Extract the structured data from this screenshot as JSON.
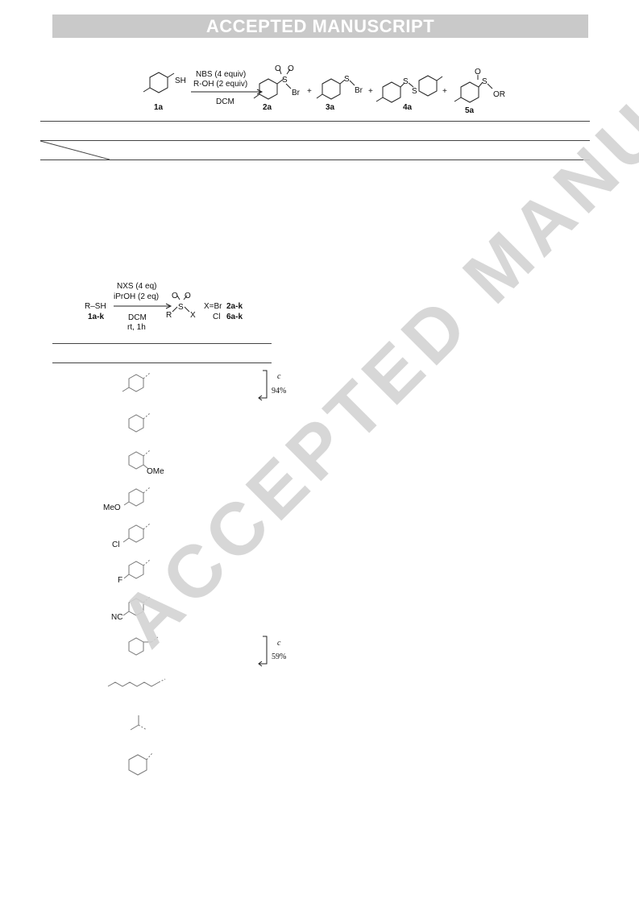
{
  "banner": {
    "text": "ACCEPTED MANUSCRIPT"
  },
  "scheme1": {
    "reagent_top": "NBS (4 equiv)",
    "reagent_mid": "R-OH (2 equiv)",
    "solvent": "DCM",
    "sub_sh": "SH",
    "sub_label": "1a",
    "p2_label": "2a",
    "p3_label": "3a",
    "p4_label": "4a",
    "p5_label": "5a",
    "plus": "+",
    "atom_S": "S",
    "atom_O": "O",
    "atom_Br": "Br",
    "atom_OR": "OR"
  },
  "scheme2": {
    "reagent_top": "NXS (4 eq)",
    "reagent_mid": "iPrOH (2 eq)",
    "solvent": "DCM",
    "conditions": "rt, 1h",
    "substrate": "R–SH",
    "substrate_label": "1a-k",
    "atom_R": "R",
    "atom_S": "S",
    "atom_O": "O",
    "atom_X": "X",
    "x_br_prefix": "X=Br",
    "x_br_label": "2a-k",
    "x_cl_prefix": "Cl",
    "x_cl_label": "6a-k"
  },
  "substrates": {
    "ome": "OMe",
    "meo": "MeO",
    "cl": "Cl",
    "f": "F",
    "nc": "NC"
  },
  "notes": {
    "c1": "c",
    "y1": "94%",
    "c2": "c",
    "y2": "59%"
  },
  "watermark": {
    "text": "ACCEPTED MANUSCRIPT"
  }
}
